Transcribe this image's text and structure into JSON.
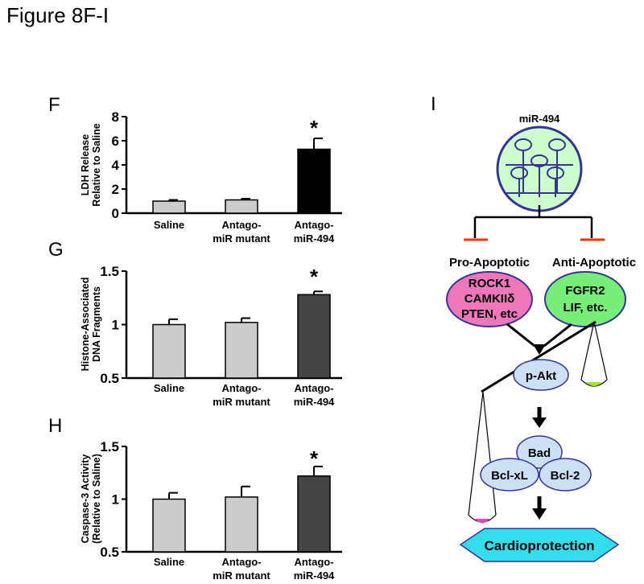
{
  "figure_title": "Figure 8F-I",
  "panel_letters": {
    "F": "F",
    "G": "G",
    "H": "H",
    "I": "I"
  },
  "chart_data": [
    {
      "panel": "F",
      "type": "bar",
      "categories": [
        [
          "Saline"
        ],
        [
          "Antago-",
          "miR mutant"
        ],
        [
          "Antago-",
          "miR-494"
        ]
      ],
      "values": [
        1.0,
        1.1,
        5.3
      ],
      "errors": [
        0.1,
        0.1,
        0.9
      ],
      "colors": [
        "#cccccc",
        "#cccccc",
        "#000000"
      ],
      "ylabel": [
        "LDH Release",
        "Relative to Saline"
      ],
      "ylim": [
        0,
        8
      ],
      "yticks": [
        "0",
        "2",
        "4",
        "6",
        "8"
      ],
      "significance": [
        "",
        "",
        "*"
      ]
    },
    {
      "panel": "G",
      "type": "bar",
      "categories": [
        [
          "Saline"
        ],
        [
          "Antago-",
          "miR mutant"
        ],
        [
          "Antago-",
          "miR-494"
        ]
      ],
      "values": [
        1.0,
        1.02,
        1.28
      ],
      "errors": [
        0.05,
        0.04,
        0.03
      ],
      "colors": [
        "#cccccc",
        "#cccccc",
        "#444444"
      ],
      "ylabel": [
        "Histone-Associated",
        "DNA Fragments"
      ],
      "ylim": [
        0.5,
        1.5
      ],
      "yticks": [
        "0.5",
        "1",
        "1.5"
      ],
      "significance": [
        "",
        "",
        "*"
      ]
    },
    {
      "panel": "H",
      "type": "bar",
      "categories": [
        [
          "Saline"
        ],
        [
          "Antago-",
          "miR mutant"
        ],
        [
          "Antago-",
          "miR-494"
        ]
      ],
      "values": [
        1.0,
        1.02,
        1.22
      ],
      "errors": [
        0.06,
        0.1,
        0.09
      ],
      "colors": [
        "#cccccc",
        "#cccccc",
        "#444444"
      ],
      "ylabel": [
        "Caspase-3 Activity",
        "(Relative to Saline)"
      ],
      "ylim": [
        0.5,
        1.5
      ],
      "yticks": [
        "0.5",
        "1",
        "1.5"
      ],
      "significance": [
        "",
        "",
        "*"
      ]
    }
  ],
  "diagram": {
    "mir_label": "miR-494",
    "pro_header": "Pro-Apoptotic",
    "anti_header": "Anti-Apoptotic",
    "pro_targets": [
      "ROCK1",
      "CAMKIIδ",
      "PTEN, etc"
    ],
    "anti_targets": [
      "FGFR2",
      "LIF, etc."
    ],
    "akt_label": "p-Akt",
    "bad_label": "Bad",
    "bclxl_label": "Bcl-xL",
    "bcl2_label": "Bcl-2",
    "outcome_label": "Cardioprotection",
    "colors": {
      "mir_fill": "#ccffcc",
      "mir_stroke": "#333399",
      "inhibit": "#ff3300",
      "pro_fill": "#ee77bb",
      "anti_fill": "#77ee77",
      "akt_fill": "#cce0f5",
      "outcome_fill": "#33ddee",
      "pink_weight": "#ee44bb",
      "green_weight": "#99ee22"
    }
  }
}
